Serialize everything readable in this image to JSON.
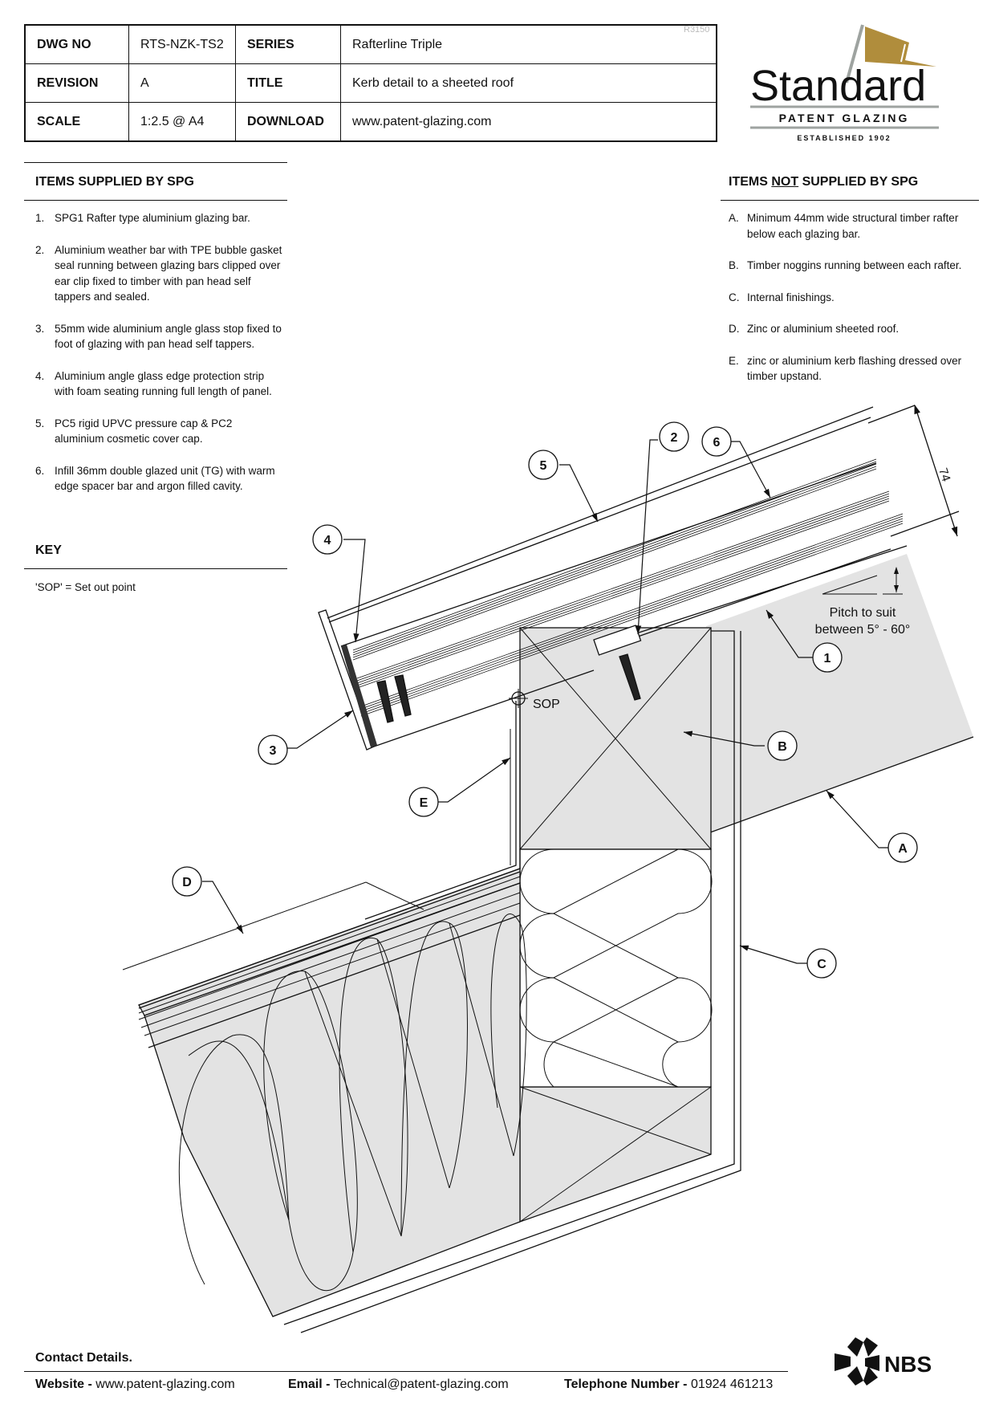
{
  "title_block": {
    "rows": [
      {
        "k1": "DWG NO",
        "v1": "RTS-NZK-TS2",
        "k2": "SERIES",
        "v2": "Rafterline Triple"
      },
      {
        "k1": "REVISION",
        "v1": "A",
        "k2": "TITLE",
        "v2": "Kerb detail to a sheeted roof"
      },
      {
        "k1": "SCALE",
        "v1": "1:2.5 @ A4",
        "k2": "DOWNLOAD",
        "v2": "www.patent-glazing.com"
      }
    ],
    "ref_code": "R3150"
  },
  "logo": {
    "name": "Standard",
    "subtitle": "PATENT GLAZING",
    "established": "ESTABLISHED 1902",
    "flag_color": "#b08d3c",
    "pole_color": "#9ea3a0"
  },
  "supplied": {
    "title": "ITEMS SUPPLIED BY SPG",
    "items": [
      {
        "n": "1.",
        "text": "SPG1 Rafter type aluminium glazing bar."
      },
      {
        "n": "2.",
        "text": "Aluminium weather bar with TPE bubble gasket seal running between glazing bars clipped over ear clip fixed to timber with pan head self tappers and sealed."
      },
      {
        "n": "3.",
        "text": "55mm wide aluminium angle glass stop fixed to foot of glazing with pan head self tappers."
      },
      {
        "n": "4.",
        "text": "Aluminium angle glass edge protection strip with foam seating running full length of panel."
      },
      {
        "n": "5.",
        "text": "PC5 rigid UPVC pressure cap & PC2 aluminium cosmetic cover cap."
      },
      {
        "n": "6.",
        "text": "Infill 36mm double glazed unit (TG) with warm edge spacer bar and argon filled cavity."
      }
    ]
  },
  "not_supplied": {
    "title_pre": "ITEMS ",
    "title_emph": "NOT",
    "title_post": " SUPPLIED BY SPG",
    "items": [
      {
        "n": "A.",
        "text": "Minimum 44mm wide structural timber rafter below each glazing bar."
      },
      {
        "n": "B.",
        "text": "Timber noggins running between each rafter."
      },
      {
        "n": "C.",
        "text": "Internal finishings."
      },
      {
        "n": "D.",
        "text": "Zinc or aluminium sheeted roof."
      },
      {
        "n": "E.",
        "text": "zinc or aluminium kerb flashing dressed over timber upstand."
      }
    ]
  },
  "key": {
    "title": "KEY",
    "text": "'SOP' = Set out point"
  },
  "drawing": {
    "callouts": [
      "1",
      "2",
      "3",
      "4",
      "5",
      "6",
      "A",
      "B",
      "C",
      "D",
      "E"
    ],
    "sop_label": "SOP",
    "dimension": "74",
    "pitch_line1": "Pitch to suit",
    "pitch_line2": "between 5° - 60°",
    "fill_color": "#e3e3e3"
  },
  "footer": {
    "contact_title": "Contact Details.",
    "website_label": "Website",
    "website": "www.patent-glazing.com",
    "email_label": "Email",
    "email": "Technical@patent-glazing.com",
    "phone_label": "Telephone Number",
    "phone": "01924 461213",
    "sep": "-",
    "nbs": "NBS"
  }
}
